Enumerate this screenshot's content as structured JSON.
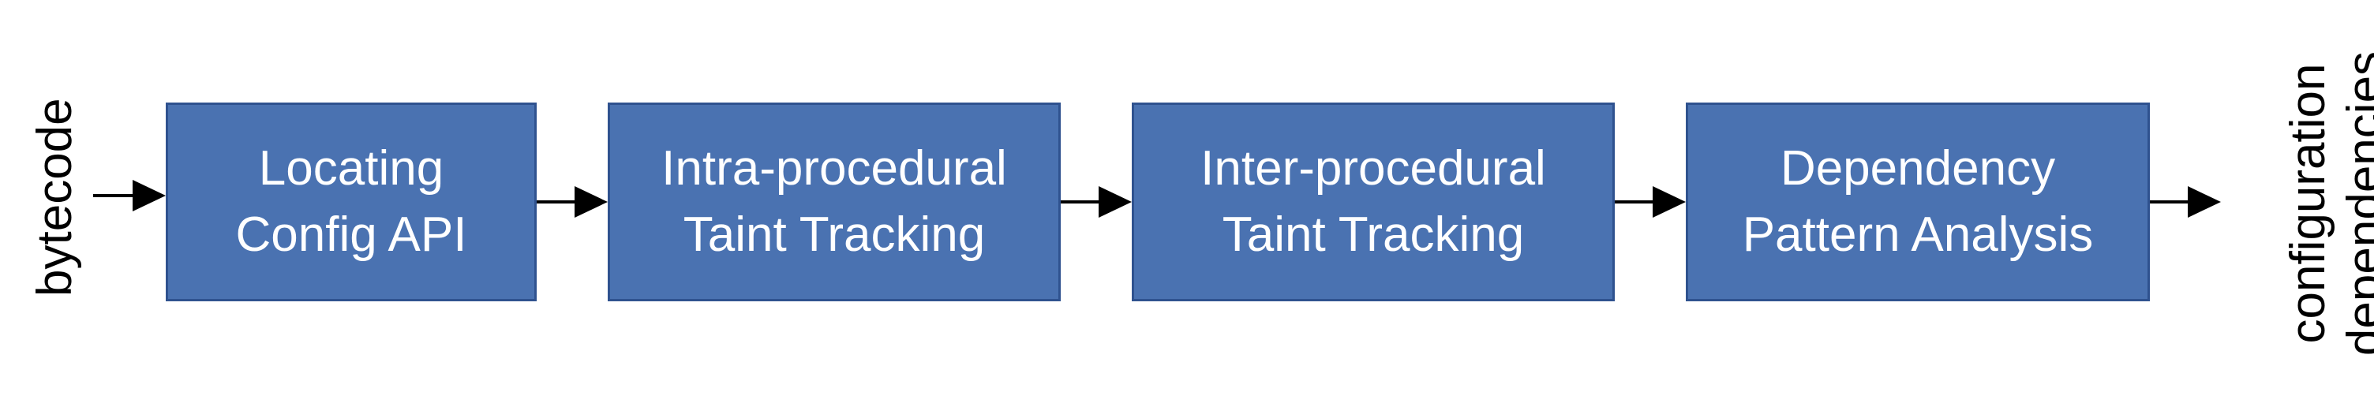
{
  "diagram": {
    "input_label": "bytecode",
    "output_label_lines": [
      "configuration",
      "dependencies"
    ],
    "stages": [
      {
        "line1": "Locating",
        "line2": "Config API"
      },
      {
        "line1": "Intra-procedural",
        "line2": "Taint Tracking"
      },
      {
        "line1": "Inter-procedural",
        "line2": "Taint Tracking"
      },
      {
        "line1": "Dependency",
        "line2": "Pattern Analysis"
      }
    ],
    "colors": {
      "box_fill": "#4a72b1",
      "box_border": "#2f528f",
      "box_text": "#ffffff",
      "arrow": "#000000"
    }
  }
}
